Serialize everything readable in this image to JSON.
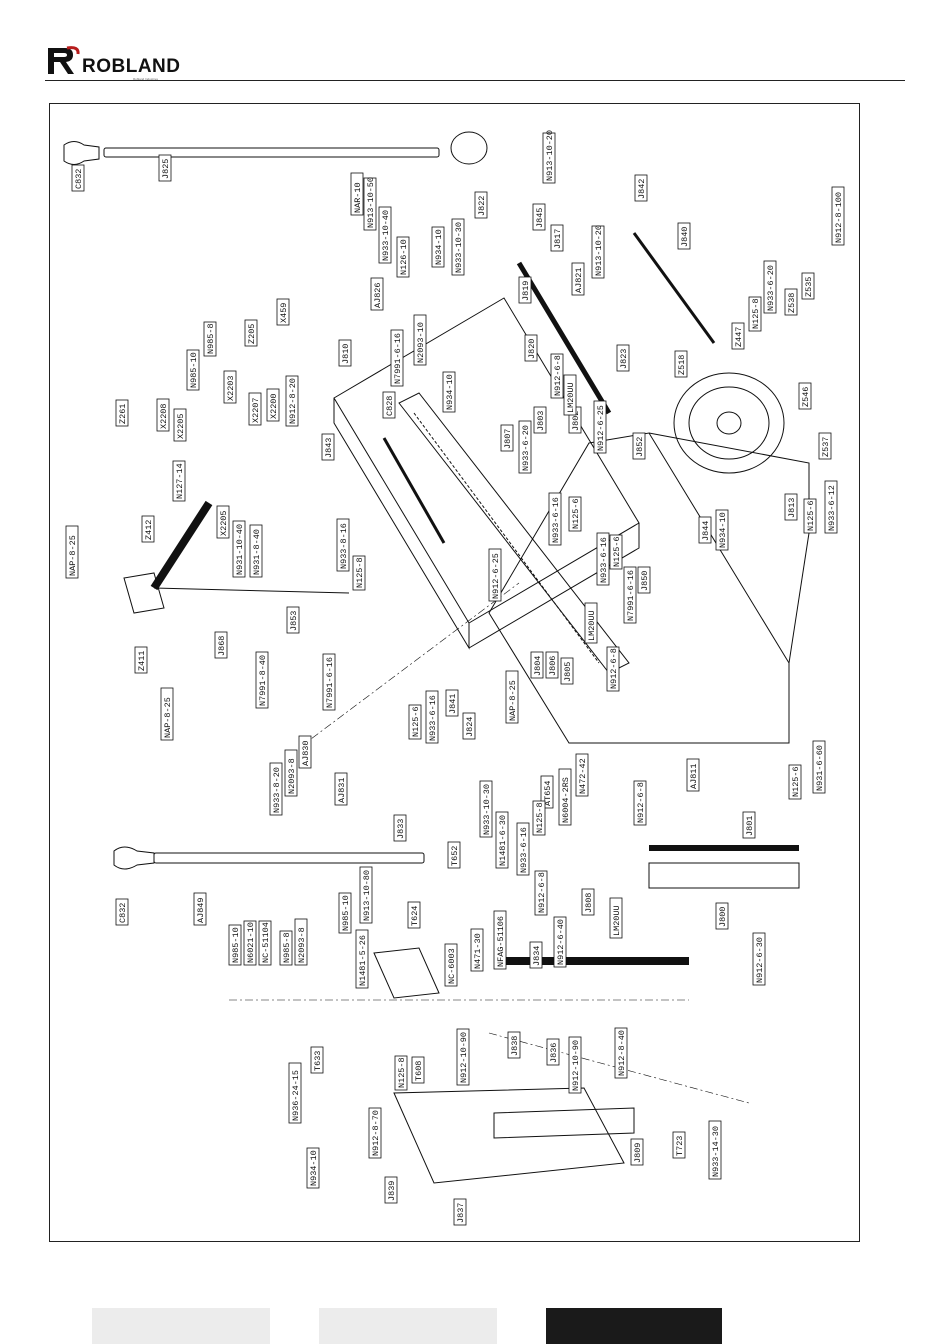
{
  "brand": {
    "name": "ROBLAND",
    "tagline": "Robland Industries"
  },
  "parts": {
    "C832": "C832",
    "J825": "J825",
    "N913_10_20": "N913-10-20",
    "NAR_10": "NAR-10",
    "N913_10_50": "N913-10-50",
    "J822": "J822",
    "J845": "J845",
    "J817": "J817",
    "N933_10_40": "N933-10-40",
    "N126_10": "N126-10",
    "N934_10": "N934-10",
    "N933_10_30": "N933-10-30",
    "AJ826": "AJ826",
    "J819": "J819",
    "AJ821": "AJ821",
    "J842": "J842",
    "J840": "J840",
    "N912_8_100": "N912-8-100",
    "Z535": "Z535",
    "Z538": "Z538",
    "N933_6_20": "N933-6-20",
    "N125_8": "N125-8",
    "Z447": "Z447",
    "Z518": "Z518",
    "Z546": "Z546",
    "Z537": "Z537",
    "J852": "J852",
    "J813": "J813",
    "N125_6": "N125-6",
    "N933_6_12": "N933-6-12",
    "J844": "J844",
    "J823": "J823",
    "J820": "J820",
    "N2093_10": "N2093-10",
    "N7991_6_16": "N7991-6-16",
    "J810": "J810",
    "C828": "C828",
    "J807": "J807",
    "J803": "J803",
    "J802": "J802",
    "LM20UU": "LM20UU",
    "N912_6_8": "N912-6-8",
    "N912_6_25": "N912-6-25",
    "N933_6_16": "N933-6-16",
    "J850": "J850",
    "X459": "X459",
    "Z205": "Z205",
    "N985_8": "N985-8",
    "N985_10": "N985-10",
    "X2203": "X2203",
    "X2200": "X2200",
    "N912_8_20": "N912-8-20",
    "X2207": "X2207",
    "X2205": "X2205",
    "X2208": "X2208",
    "Z261": "Z261",
    "N127_14": "N127-14",
    "N931_10_40": "N931-10-40",
    "N931_8_40": "N931-8-40",
    "J843": "J843",
    "N933_8_16": "N933-8-16",
    "Z412": "Z412",
    "NAP_8_25": "NAP-8-25",
    "J853": "J853",
    "J868": "J868",
    "Z411": "Z411",
    "N7991_8_40": "N7991-8-40",
    "J804": "J804",
    "J806": "J806",
    "J805": "J805",
    "J841": "J841",
    "J824": "J824",
    "AJ811": "AJ811",
    "N472_42": "N472-42",
    "N6004_2RS": "N6004-2RS",
    "AT654": "AT654",
    "N125_8b": "N125-8",
    "N1481_6_30": "N1481-6-30",
    "N933_8_20": "N933-8-20",
    "N2093_8": "N2093-8",
    "AJ830": "AJ830",
    "AJ831": "AJ831",
    "J833": "J833",
    "T652": "T652",
    "N913_10_80": "N913-10-80",
    "AJ849": "AJ849",
    "N985_10b": "N985-10",
    "N6021_10": "N6021-10",
    "NC_51104": "NC-51104",
    "N985_8b": "N985-8",
    "N2093_8b": "N2093-8",
    "N1481_5_26": "N1481-5-26",
    "T624": "T624",
    "NC_6003": "NC-6003",
    "N471_30": "N471-30",
    "NFAG_51106": "NFAG-51106",
    "J834": "J834",
    "J801": "J801",
    "J800": "J800",
    "J808": "J808",
    "N912_6_40": "N912-6-40",
    "N912_6_8b": "N912-6-8",
    "N931_6_60": "N931-6-60",
    "N912_6_30": "N912-6-30",
    "T633": "T633",
    "N936_24_15": "N936-24-15",
    "T608": "T608",
    "N912_8_70": "N912-8-70",
    "J838": "J838",
    "N934_10b": "N934-10",
    "J836": "J836",
    "N912_10_90": "N912-10-90",
    "N912_10_90b": "N912-10-90",
    "N912_8_40": "N912-8-40",
    "J839": "J839",
    "J837": "J837",
    "J809": "J809",
    "T723": "T723",
    "N933_14_30": "N933-14-30",
    "C832b": "C832",
    "N125_6b": "N125-6"
  }
}
